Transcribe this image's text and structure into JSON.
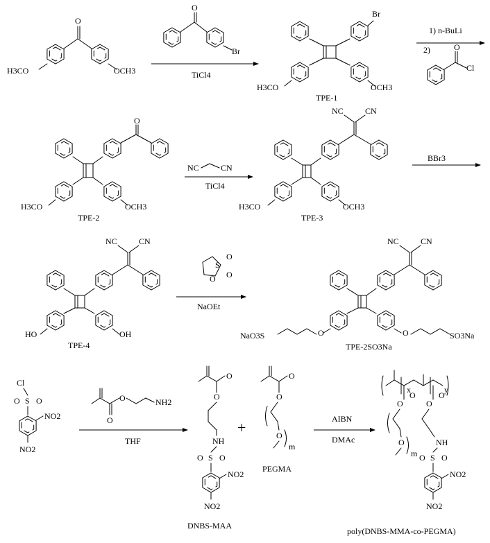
{
  "compounds": {
    "tpe1": "TPE-1",
    "tpe2": "TPE-2",
    "tpe3": "TPE-3",
    "tpe4": "TPE-4",
    "tpe2so3na": "TPE-2SO3Na",
    "pegma": "PEGMA",
    "dnbs_maa": "DNBS-MAA",
    "polymer": "poly(DNBS-MMA-co-PEGMA)"
  },
  "reagents": {
    "step1": "TiCl4",
    "step2_a": "1) n-BuLi",
    "step2_b": "2)",
    "step3": "TiCl4",
    "step4": "BBr3",
    "step5": "NaOEt",
    "step6": "THF",
    "step7_a": "AIBN",
    "step7_b": "DMAc"
  },
  "groups": {
    "ome": "OCH3",
    "h3co": "H3CO",
    "br": "Br",
    "o": "O",
    "cl": "Cl",
    "nc": "NC",
    "cn": "CN",
    "ho": "HO",
    "oh": "OH",
    "nao3s": "NaO3S",
    "so3na": "SO3Na",
    "s": "S",
    "no2": "NO2",
    "nh": "NH",
    "nh2": "NH2",
    "m": "m",
    "x": "x",
    "y": "y",
    "plus": "+"
  }
}
